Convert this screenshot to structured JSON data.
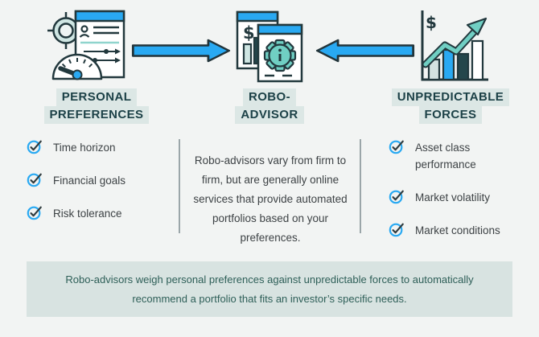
{
  "columns": {
    "personal": {
      "title_line1": "PERSONAL",
      "title_line2": "PREFERENCES",
      "items": [
        "Time horizon",
        "Financial goals",
        "Risk tolerance"
      ]
    },
    "robo": {
      "title_line1": "ROBO-",
      "title_line2": "ADVISOR",
      "description": "Robo-advisors vary from firm to firm, but are generally online services that provide automated portfolios based on your preferences."
    },
    "forces": {
      "title_line1": "UNPREDICTABLE",
      "title_line2": "FORCES",
      "items": [
        "Asset class performance",
        "Market volatility",
        "Market conditions"
      ]
    }
  },
  "footer": {
    "text": "Robo-advisors weigh personal preferences against unpredictable forces to automatically recommend a portfolio that fits an investor’s specific needs."
  },
  "icons": {
    "personal": "gauge-checklist-target-icon",
    "robo": "gear-window-dollar-icon",
    "forces": "market-growth-chart-icon",
    "list_bullet": "check-circle-icon",
    "flow_left_to_center": "arrow-right-icon",
    "flow_right_to_center": "arrow-left-icon"
  },
  "colors": {
    "background": "#f2f4f3",
    "highlight": "#dce7e5",
    "banner_background": "#d8e3e1",
    "accent_blue": "#29a9f2",
    "accent_teal": "#70cfc3",
    "accent_teal_light": "#cfe6e3",
    "outline_dark": "#22383d",
    "title_text": "#1c4147",
    "body_text": "#3d4245",
    "banner_text": "#2e5f58",
    "divider": "#9ba6a9"
  }
}
